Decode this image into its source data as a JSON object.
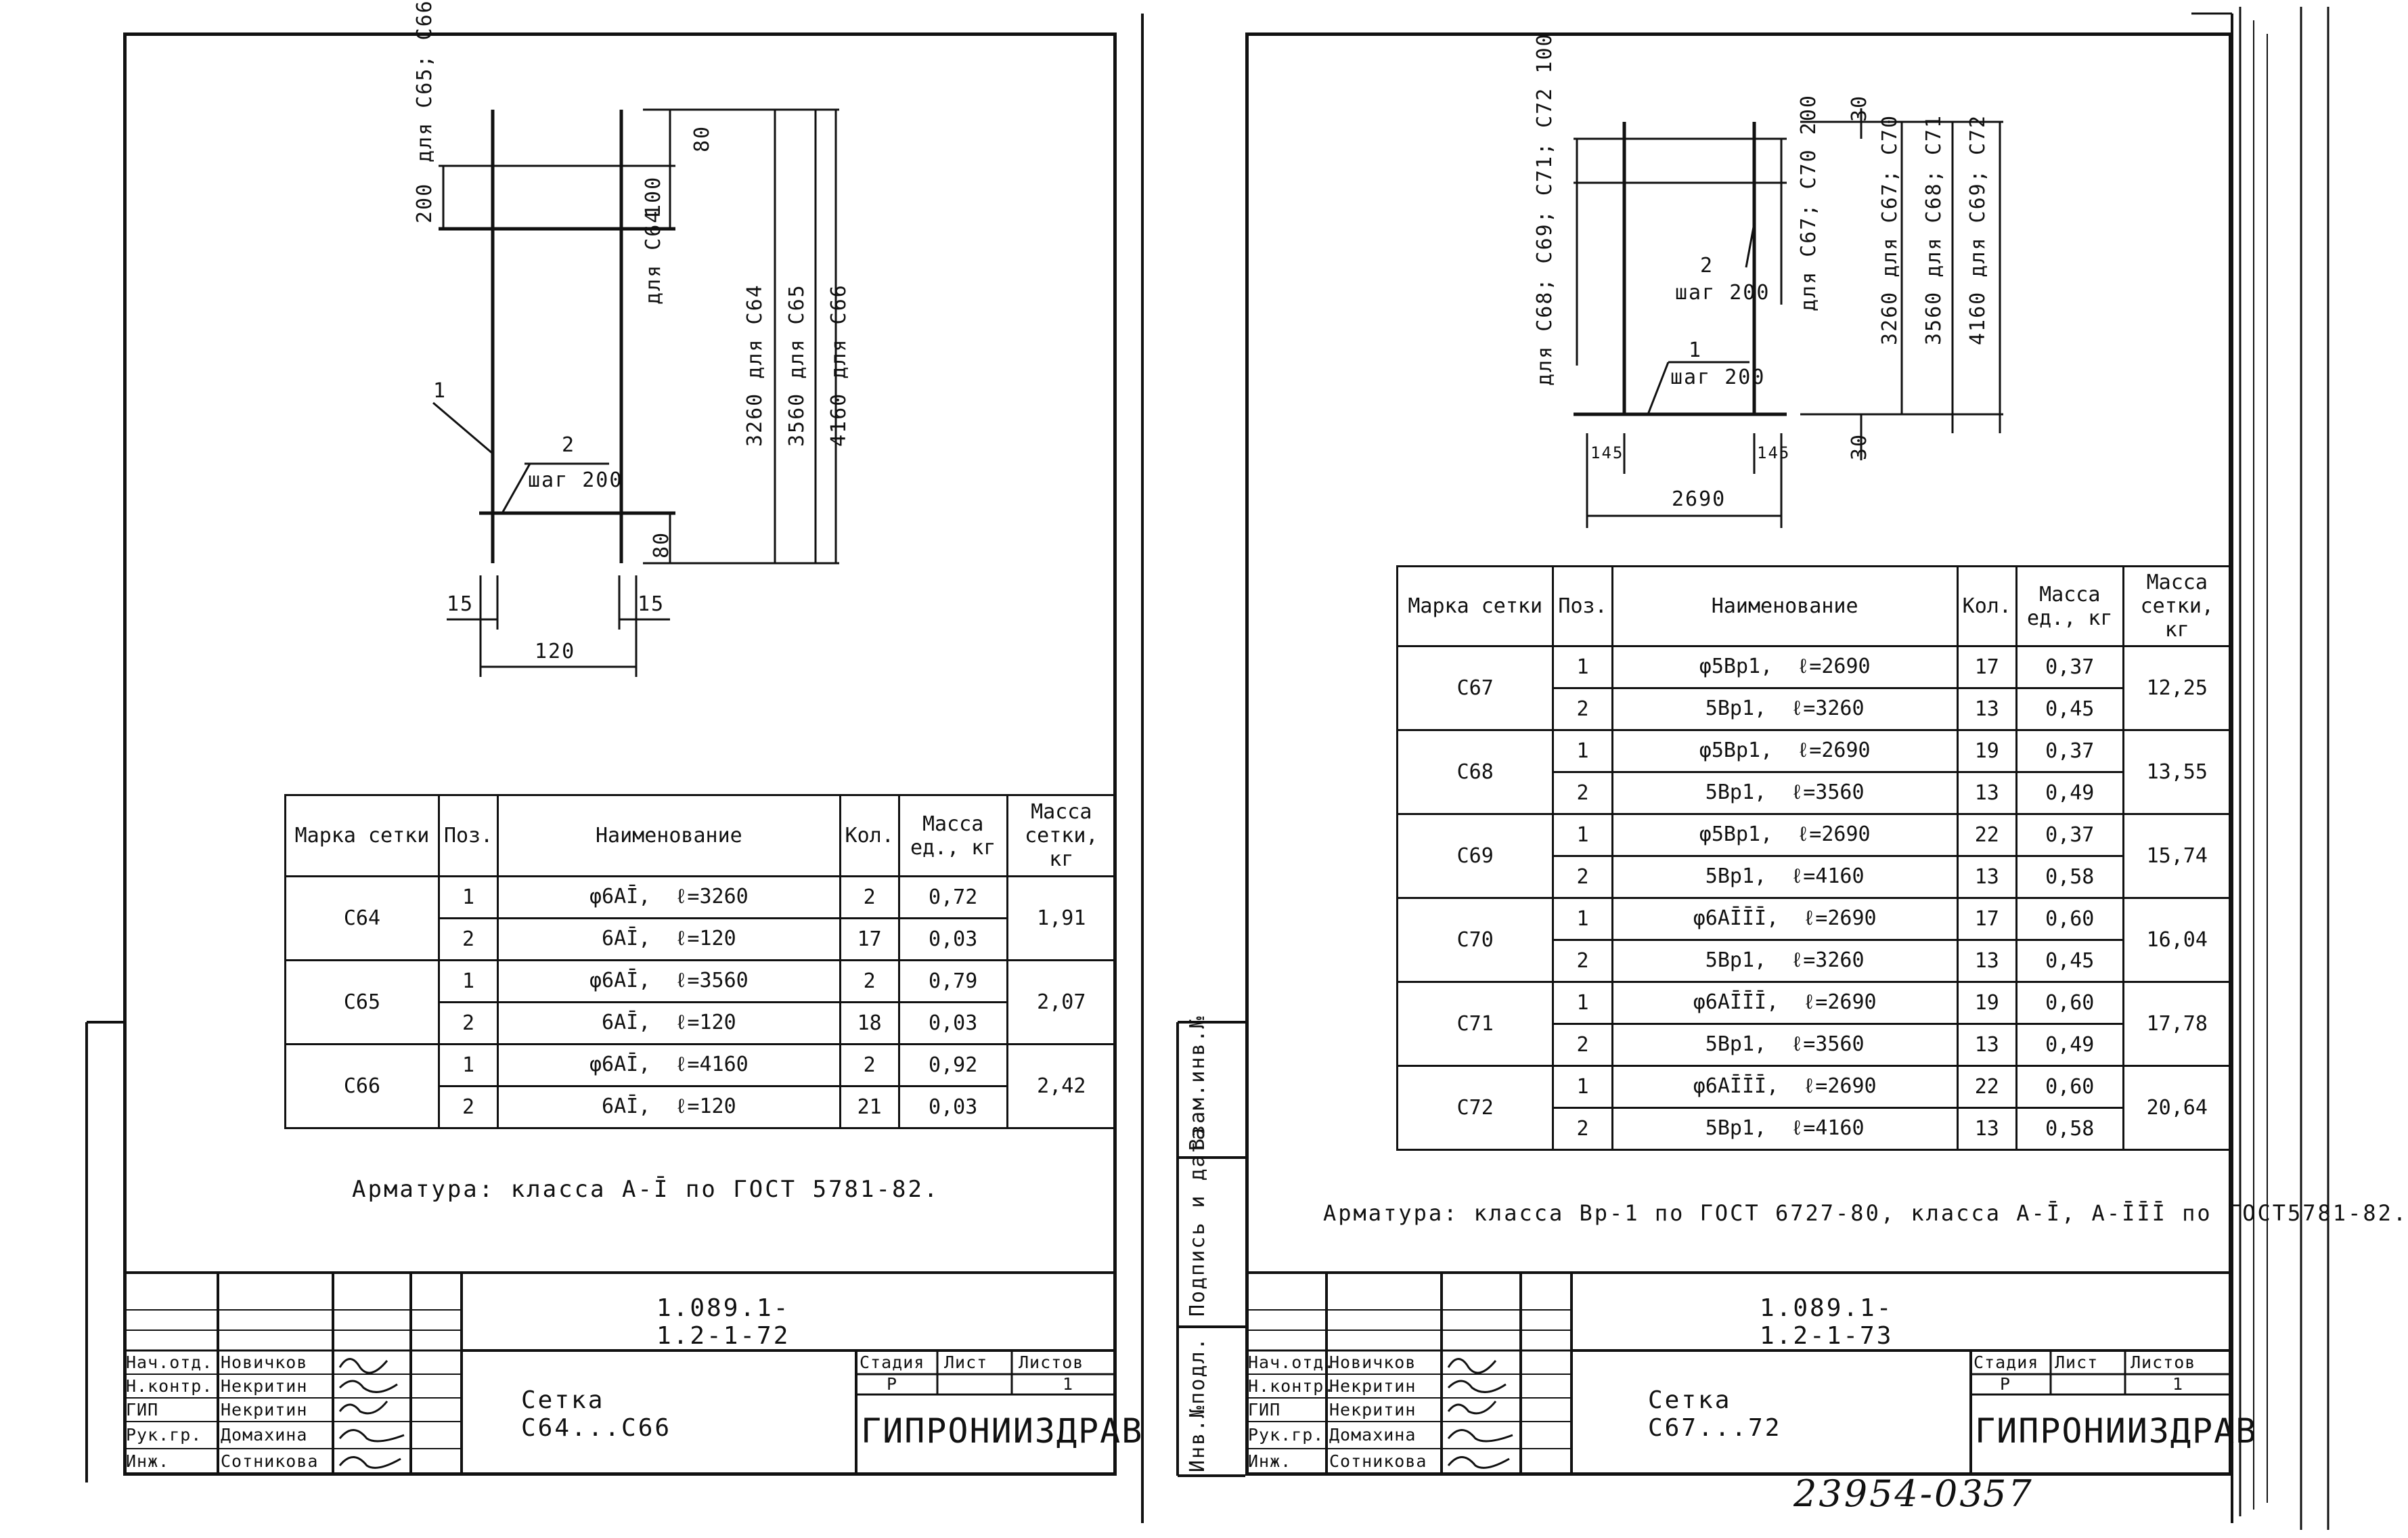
{
  "left": {
    "drawing": {
      "dim_200": "200",
      "dim_200_note": "для С65; С66",
      "dim_80_top": "80",
      "dim_100": "100",
      "dim_100_note": "для С64",
      "dim_3260": "3260 для С64",
      "dim_3560": "3560 для С65",
      "dim_4160": "4160 для С66",
      "pos1": "1",
      "pos2": "2",
      "step": "шаг 200",
      "dim_80_bottom": "80",
      "dim_15_left": "15",
      "dim_15_right": "15",
      "dim_120": "120"
    },
    "table": {
      "headers": [
        "Марка сетки",
        "Поз.",
        "Наименование",
        "Кол.",
        "Масса ед., кг",
        "Масса сетки, кг"
      ],
      "rows": [
        {
          "mark": "С64",
          "items": [
            {
              "pos": "1",
              "name": "φ6АĪ,",
              "len": "ℓ=3260",
              "qty": "2",
              "mass": "0,72"
            },
            {
              "pos": "2",
              "name": "6АĪ,",
              "len": "ℓ=120",
              "qty": "17",
              "mass": "0,03"
            }
          ],
          "total": "1,91"
        },
        {
          "mark": "С65",
          "items": [
            {
              "pos": "1",
              "name": "φ6АĪ,",
              "len": "ℓ=3560",
              "qty": "2",
              "mass": "0,79"
            },
            {
              "pos": "2",
              "name": "6АĪ,",
              "len": "ℓ=120",
              "qty": "18",
              "mass": "0,03"
            }
          ],
          "total": "2,07"
        },
        {
          "mark": "С66",
          "items": [
            {
              "pos": "1",
              "name": "φ6АĪ,",
              "len": "ℓ=4160",
              "qty": "2",
              "mass": "0,92"
            },
            {
              "pos": "2",
              "name": "6АĪ,",
              "len": "ℓ=120",
              "qty": "21",
              "mass": "0,03"
            }
          ],
          "total": "2,42"
        }
      ]
    },
    "note": "Арматура: класса А-Ī по ГОСТ 5781-82.",
    "stamp": {
      "code": "1.089.1-1.2-1-72",
      "title": "Сетка С64...С66",
      "people": [
        {
          "role": "Нач.отд.",
          "name": "Новичков"
        },
        {
          "role": "Н.контр.",
          "name": "Некритин"
        },
        {
          "role": "ГИП",
          "name": "Некритин"
        },
        {
          "role": "Рук.гр.",
          "name": "Домахина"
        },
        {
          "role": "Инж.",
          "name": "Сотникова"
        }
      ],
      "stage_h": "Стадия",
      "sheet_h": "Лист",
      "sheets_h": "Листов",
      "stage": "Р",
      "sheet": "",
      "sheets": "1",
      "org": "ГИПРОНИИЗДРАВ"
    }
  },
  "right": {
    "drawing": {
      "dim_30_top": "30",
      "dim_100_note": "для С68; С69; С71; С72 100",
      "dim_200_note": "для С67; С70 200",
      "dim_3260": "3260 для С67; С70",
      "dim_3560": "3560 для С68; С71",
      "dim_4160": "4160 для С69; С72",
      "pos2": "2",
      "step2": "шаг 200",
      "pos1": "1",
      "step1": "шаг 200",
      "dim_30_bottom": "30",
      "dim_145_left": "145",
      "dim_145_right": "145",
      "dim_2690": "2690"
    },
    "table": {
      "headers": [
        "Марка сетки",
        "Поз.",
        "Наименование",
        "Кол.",
        "Масса ед., кг",
        "Масса сетки, кг"
      ],
      "rows": [
        {
          "mark": "С67",
          "items": [
            {
              "pos": "1",
              "name": "φ5Вр1,",
              "len": "ℓ=2690",
              "qty": "17",
              "mass": "0,37"
            },
            {
              "pos": "2",
              "name": "5Вр1,",
              "len": "ℓ=3260",
              "qty": "13",
              "mass": "0,45"
            }
          ],
          "total": "12,25"
        },
        {
          "mark": "С68",
          "items": [
            {
              "pos": "1",
              "name": "φ5Вр1,",
              "len": "ℓ=2690",
              "qty": "19",
              "mass": "0,37"
            },
            {
              "pos": "2",
              "name": "5Вр1,",
              "len": "ℓ=3560",
              "qty": "13",
              "mass": "0,49"
            }
          ],
          "total": "13,55"
        },
        {
          "mark": "С69",
          "items": [
            {
              "pos": "1",
              "name": "φ5Вр1,",
              "len": "ℓ=2690",
              "qty": "22",
              "mass": "0,37"
            },
            {
              "pos": "2",
              "name": "5Вр1,",
              "len": "ℓ=4160",
              "qty": "13",
              "mass": "0,58"
            }
          ],
          "total": "15,74"
        },
        {
          "mark": "С70",
          "items": [
            {
              "pos": "1",
              "name": "φ6АĪĪĪ,",
              "len": "ℓ=2690",
              "qty": "17",
              "mass": "0,60"
            },
            {
              "pos": "2",
              "name": "5Вр1,",
              "len": "ℓ=3260",
              "qty": "13",
              "mass": "0,45"
            }
          ],
          "total": "16,04"
        },
        {
          "mark": "С71",
          "items": [
            {
              "pos": "1",
              "name": "φ6АĪĪĪ,",
              "len": "ℓ=2690",
              "qty": "19",
              "mass": "0,60"
            },
            {
              "pos": "2",
              "name": "5Вр1,",
              "len": "ℓ=3560",
              "qty": "13",
              "mass": "0,49"
            }
          ],
          "total": "17,78"
        },
        {
          "mark": "С72",
          "items": [
            {
              "pos": "1",
              "name": "φ6АĪĪĪ,",
              "len": "ℓ=2690",
              "qty": "22",
              "mass": "0,60"
            },
            {
              "pos": "2",
              "name": "5Вр1,",
              "len": "ℓ=4160",
              "qty": "13",
              "mass": "0,58"
            }
          ],
          "total": "20,64"
        }
      ]
    },
    "note": "Арматура: класса Вр-1 по ГОСТ 6727-80, класса А-Ī, А-ĪĪĪ по ГОСТ5781-82.",
    "stamp": {
      "code": "1.089.1-1.2-1-73",
      "title": "Сетка С67...72",
      "people": [
        {
          "role": "Нач.отд.",
          "name": "Новичков"
        },
        {
          "role": "Н.контр.",
          "name": "Некритин"
        },
        {
          "role": "ГИП",
          "name": "Некритин"
        },
        {
          "role": "Рук.гр.",
          "name": "Домахина"
        },
        {
          "role": "Инж.",
          "name": "Сотникова"
        }
      ],
      "stage_h": "Стадия",
      "sheet_h": "Лист",
      "sheets_h": "Листов",
      "stage": "Р",
      "sheet": "",
      "sheets": "1",
      "org": "ГИПРОНИИЗДРАВ"
    },
    "side_labels": {
      "inv_podl": "Инв.№подл.",
      "sign_date": "Подпись и дата",
      "vzam_inv": "Взам.инв.№"
    },
    "handwritten_code": "23954-03",
    "handwritten_page": "57"
  }
}
